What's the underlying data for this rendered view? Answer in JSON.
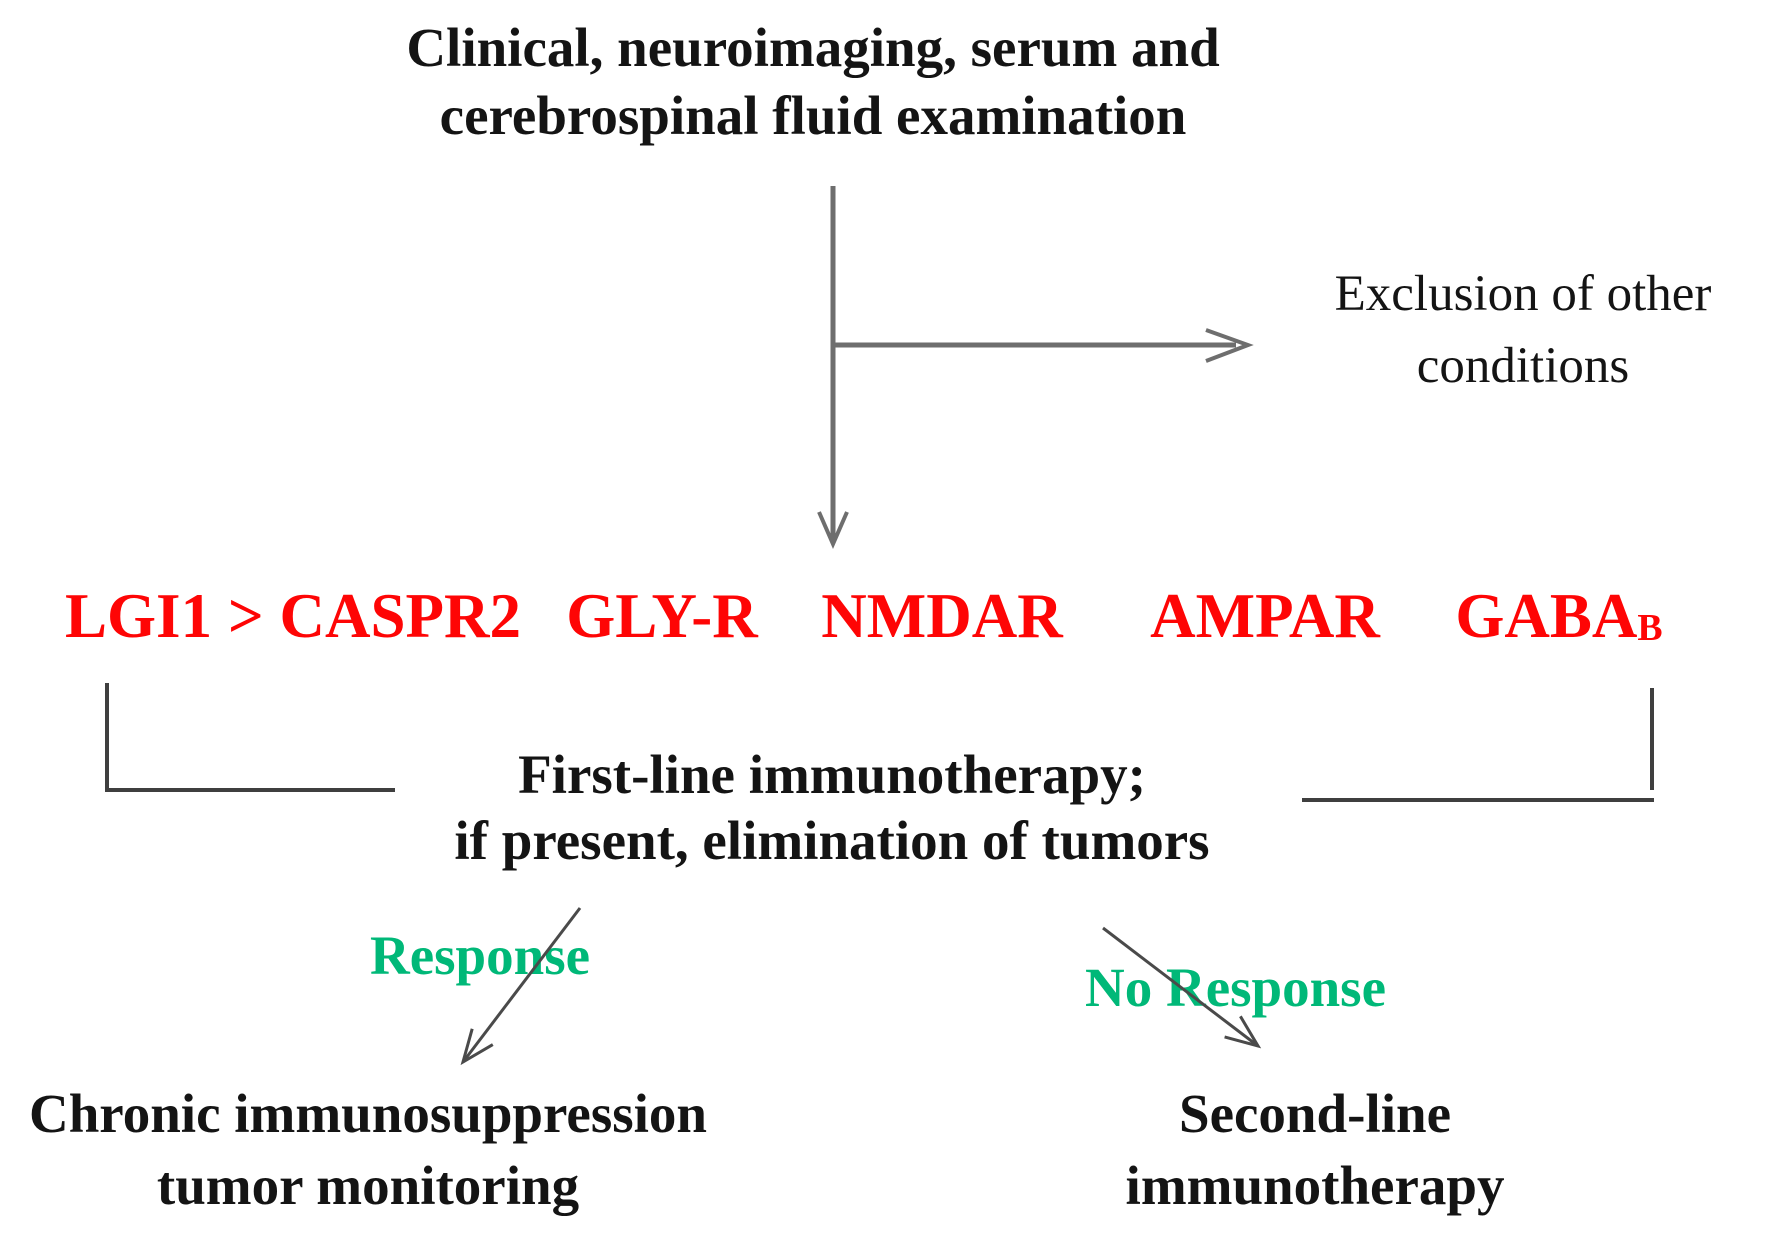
{
  "diagram": {
    "colors": {
      "antibody_red": "#fe0505",
      "response_green": "#00b878",
      "text_black": "#141414",
      "arrow_gray": "#6e6e6e",
      "bracket_gray": "#3f3f3f",
      "diagonal_gray": "#4a4a4a"
    },
    "examination": {
      "line1": "Clinical, neuroimaging, serum and",
      "line2": "cerebrospinal fluid examination"
    },
    "exclusion": {
      "line1": "Exclusion of other",
      "line2": "conditions"
    },
    "antibodies": [
      {
        "label": "LGI1 > CASPR2",
        "sub": ""
      },
      {
        "label": "GLY-R",
        "sub": ""
      },
      {
        "label": "NMDAR",
        "sub": ""
      },
      {
        "label": "AMPAR",
        "sub": ""
      },
      {
        "label": "GABA",
        "sub": "B"
      }
    ],
    "first_line": {
      "line1": "First-line immunotherapy;",
      "line2": "if present, elimination of tumors"
    },
    "branches": {
      "response": "Response",
      "no_response": "No Response"
    },
    "outcomes": {
      "left": {
        "line1": "Chronic immunosuppression",
        "line2": "tumor monitoring"
      },
      "right": {
        "line1": "Second-line",
        "line2": "immunotherapy"
      }
    }
  }
}
